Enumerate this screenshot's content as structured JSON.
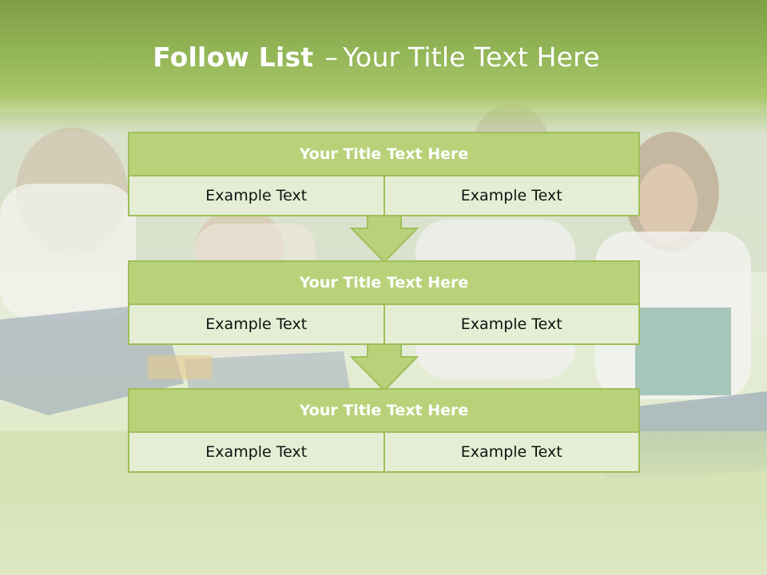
{
  "slide": {
    "title_bold": "Follow List",
    "title_dash": "–",
    "title_rest": "Your Title Text Here"
  },
  "flow": [
    {
      "title": "Your Title Text Here",
      "left": "Example Text",
      "right": "Example Text"
    },
    {
      "title": "Your Title Text Here",
      "left": "Example Text",
      "right": "Example Text"
    },
    {
      "title": "Your Title Text Here",
      "left": "Example Text",
      "right": "Example Text"
    }
  ],
  "colors": {
    "accent": "#b9d27a",
    "border": "#9ebf5a",
    "cell_fill": "#e5eed5",
    "header_top": "#7f9f45"
  },
  "icons": [
    "arrow-down-icon",
    "arrow-down-icon"
  ]
}
